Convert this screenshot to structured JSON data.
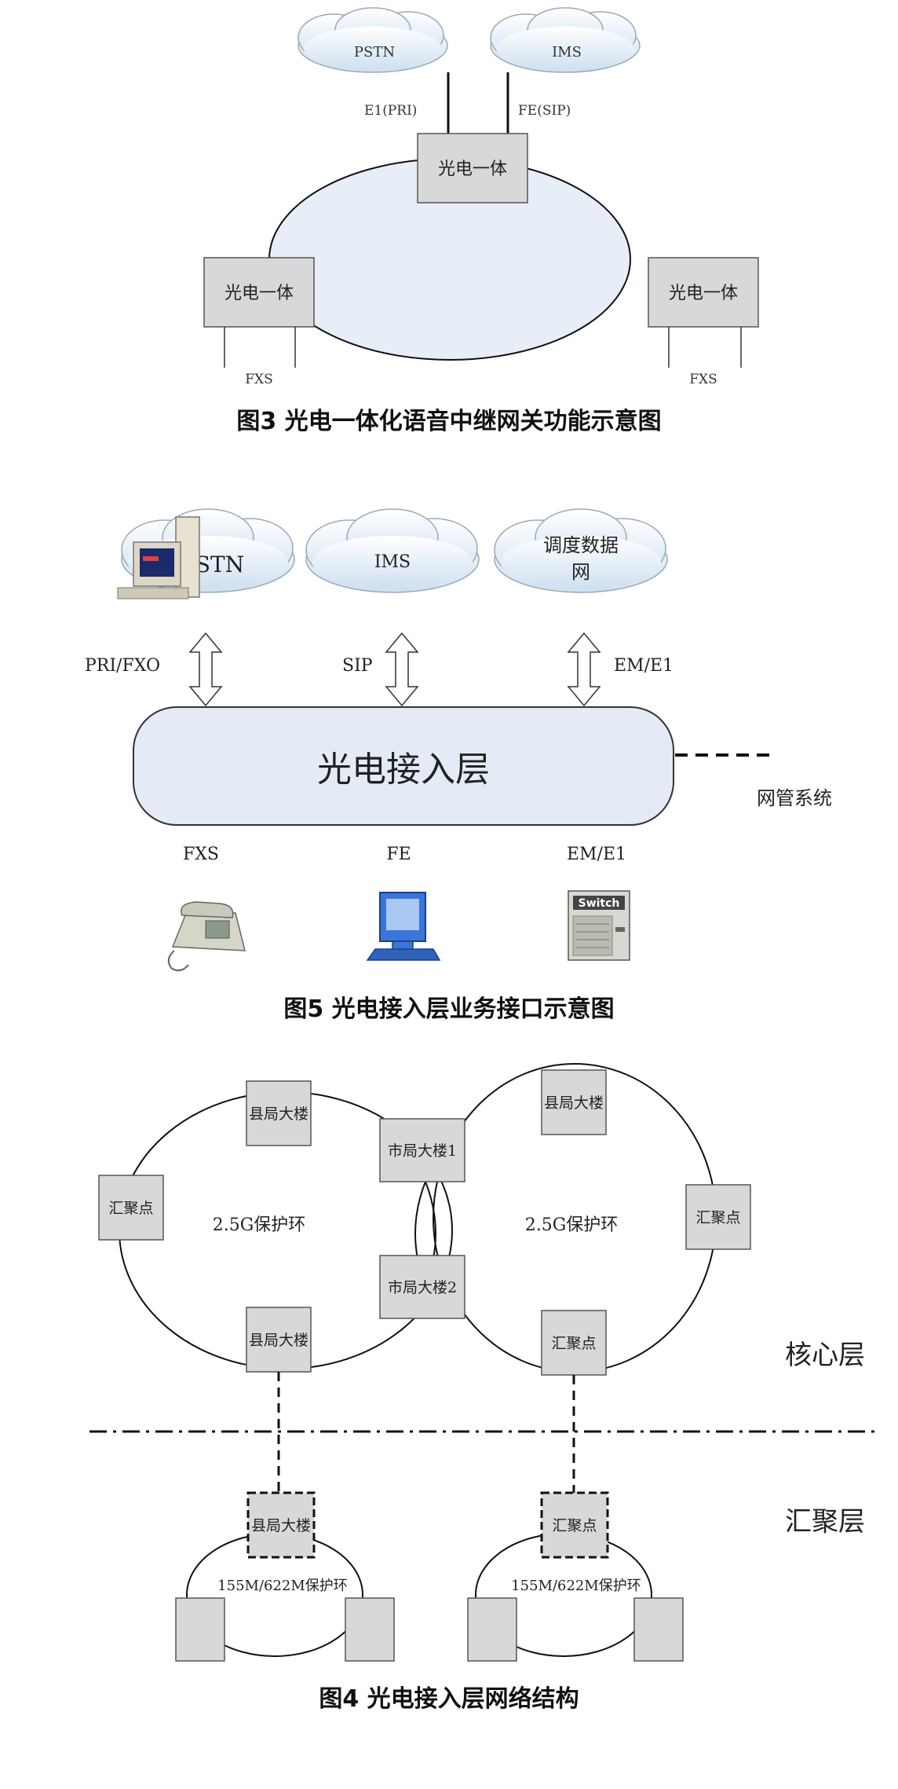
{
  "fig3": {
    "cloud_left": "PSTN",
    "cloud_right": "IMS",
    "link_left": "E1(PRI)",
    "link_right": "FE(SIP)",
    "node_top": "光电一体",
    "node_left": "光电一体",
    "node_right": "光电一体",
    "fxs_left": "FXS",
    "fxs_right": "FXS",
    "caption": "图3  光电一体化语音中继网关功能示意图"
  },
  "fig5": {
    "cloud_left": "STN",
    "cloud_mid": "IMS",
    "cloud_right_line1": "调度数据",
    "cloud_right_line2": "网",
    "if_left": "PRI/FXO",
    "if_mid": "SIP",
    "if_right": "EM/E1",
    "layer": "光电接入层",
    "nms": "网管系统",
    "bottom_left": "FXS",
    "bottom_mid": "FE",
    "bottom_right": "EM/E1",
    "switch_label": "Switch",
    "caption": "图5  光电接入层业务接口示意图"
  },
  "fig4": {
    "ring_left_label": "2.5G保护环",
    "ring_right_label": "2.5G保护环",
    "county_tl": "县局大楼",
    "county_bl": "县局大楼",
    "county_tr": "县局大楼",
    "city1": "市局大楼1",
    "city2": "市局大楼2",
    "agg_left": "汇聚点",
    "agg_right": "汇聚点",
    "agg_bottom": "汇聚点",
    "core_layer": "核心层",
    "agg_layer": "汇聚层",
    "sub_left_top": "县局大楼",
    "sub_right_top": "汇聚点",
    "sub_left_ring": "155M/622M保护环",
    "sub_right_ring": "155M/622M保护环",
    "caption": "图4  光电接入层网络结构"
  }
}
